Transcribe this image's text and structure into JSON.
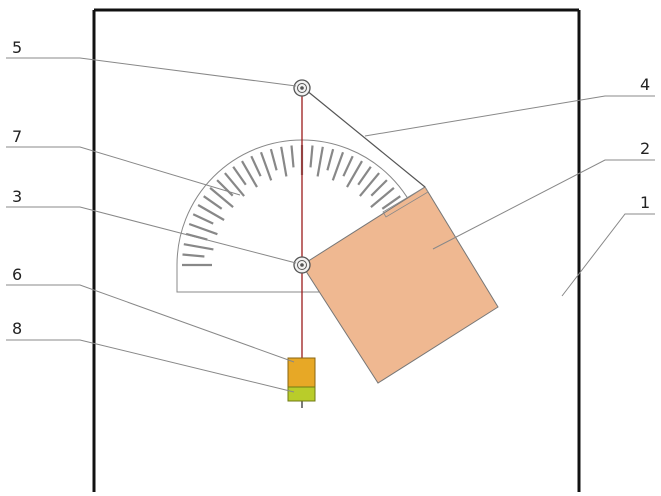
{
  "labels": [
    {
      "id": "1",
      "text": "1"
    },
    {
      "id": "2",
      "text": "2"
    },
    {
      "id": "3",
      "text": "3"
    },
    {
      "id": "4",
      "text": "4"
    },
    {
      "id": "5",
      "text": "5"
    },
    {
      "id": "6",
      "text": "6"
    },
    {
      "id": "7",
      "text": "7"
    },
    {
      "id": "8",
      "text": "8"
    }
  ],
  "colors": {
    "frame": "#111111",
    "block": "#efb891",
    "block_edge": "#777777",
    "weight_upper": "#e7a826",
    "weight_lower": "#b9cc2a",
    "string": "#9b1b1b",
    "leader": "#888888",
    "protractor": "#888888"
  }
}
